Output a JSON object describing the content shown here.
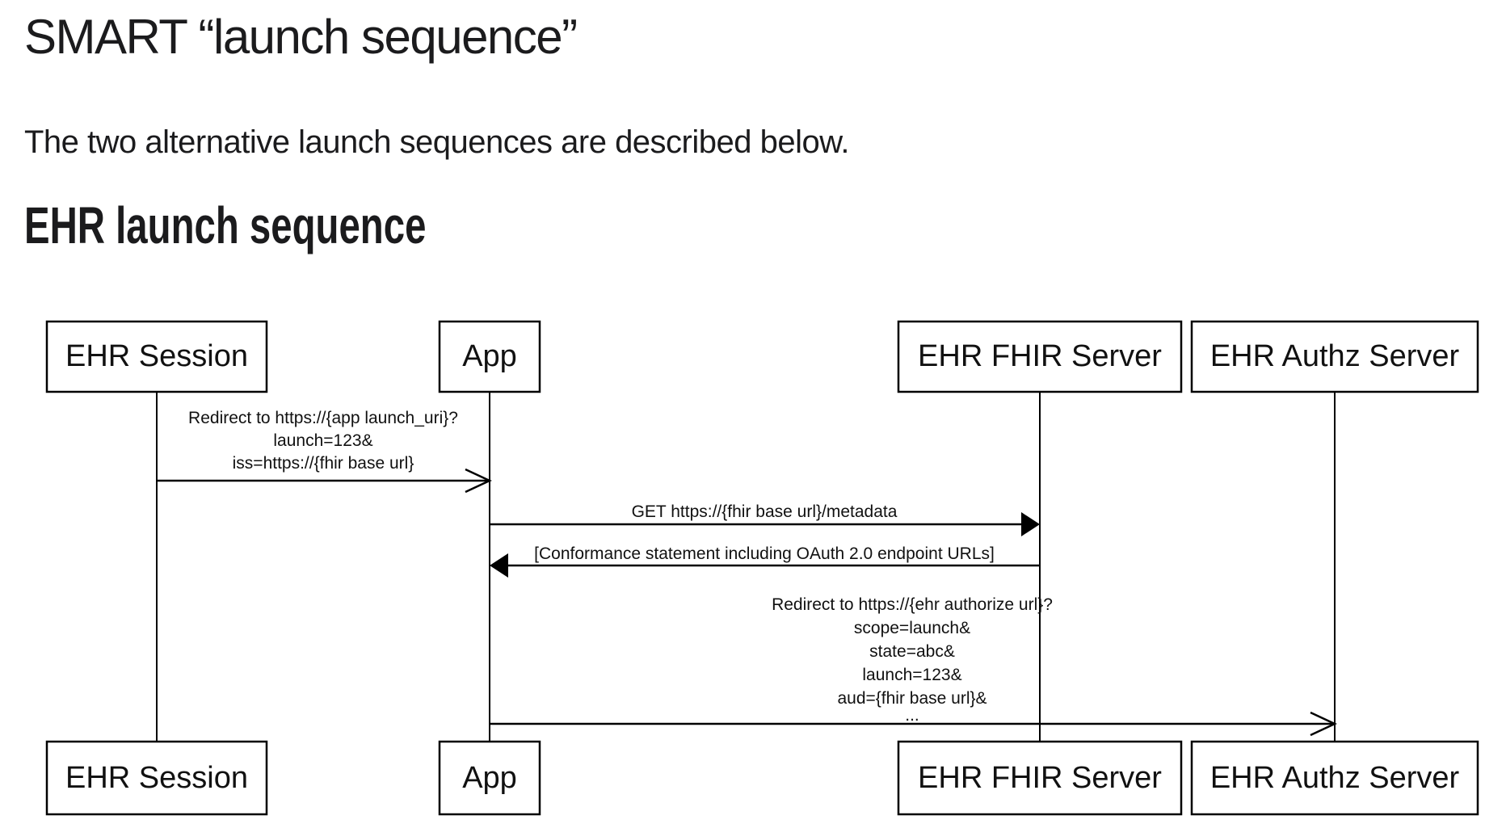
{
  "page": {
    "title": "SMART “launch sequence”",
    "intro": "The two alternative launch sequences are described below.",
    "section_heading": "EHR launch sequence"
  },
  "diagram": {
    "title": "EHR launch sequence diagram",
    "colors": {
      "line": "#000000",
      "text": "#111111",
      "background": "#ffffff"
    },
    "actors": [
      {
        "id": "ehr-session",
        "label": "EHR Session"
      },
      {
        "id": "app",
        "label": "App"
      },
      {
        "id": "ehr-fhir-server",
        "label": "EHR FHIR Server"
      },
      {
        "id": "ehr-authz-server",
        "label": "EHR Authz Server"
      }
    ],
    "messages": [
      {
        "from": "EHR Session",
        "to": "App",
        "arrow": "open",
        "lines": [
          "Redirect to https://{app launch_uri}?",
          "launch=123&",
          "iss=https://{fhir base url}"
        ]
      },
      {
        "from": "App",
        "to": "EHR FHIR Server",
        "arrow": "filled",
        "lines": [
          "GET https://{fhir base url}/metadata"
        ]
      },
      {
        "from": "EHR FHIR Server",
        "to": "App",
        "arrow": "filled",
        "lines": [
          "[Conformance statement including OAuth 2.0 endpoint URLs]"
        ]
      },
      {
        "from": "App",
        "to": "EHR Authz Server",
        "arrow": "open",
        "lines": [
          "Redirect to https://{ehr authorize url}?",
          "scope=launch&",
          "state=abc&",
          "launch=123&",
          "aud={fhir base url}&",
          "..."
        ]
      }
    ]
  }
}
